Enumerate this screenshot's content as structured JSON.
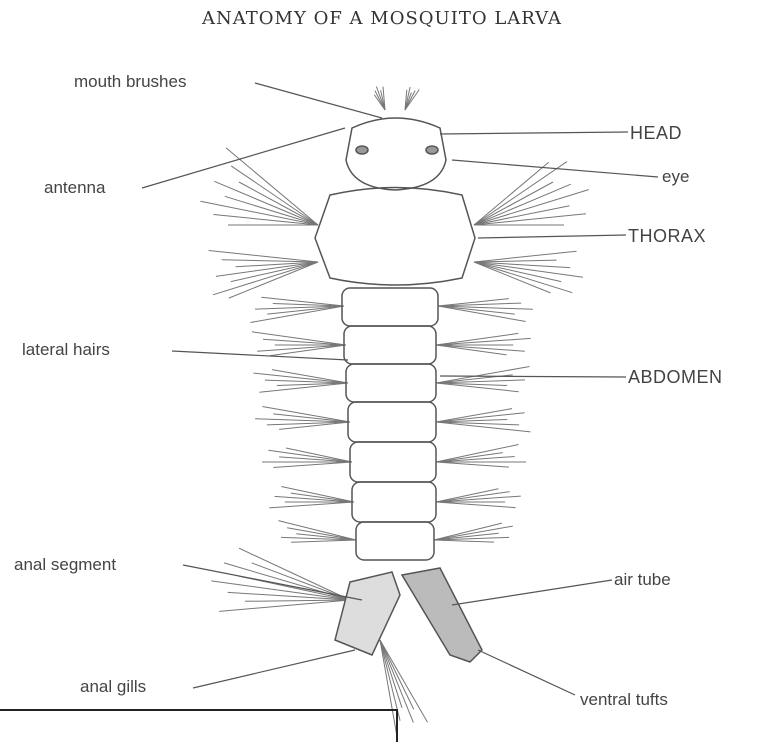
{
  "title": "ANATOMY OF A MOSQUITO LARVA",
  "labels": {
    "mouth_brushes": "mouth brushes",
    "head": "HEAD",
    "antenna": "antenna",
    "eye": "eye",
    "thorax": "THORAX",
    "lateral_hairs": "lateral hairs",
    "abdomen": "ABDOMEN",
    "anal_segment": "anal segment",
    "air_tube": "air tube",
    "anal_gills": "anal gills",
    "ventral_tufts": "ventral tufts"
  },
  "colors": {
    "ink": "#444444",
    "line": "#555555"
  }
}
